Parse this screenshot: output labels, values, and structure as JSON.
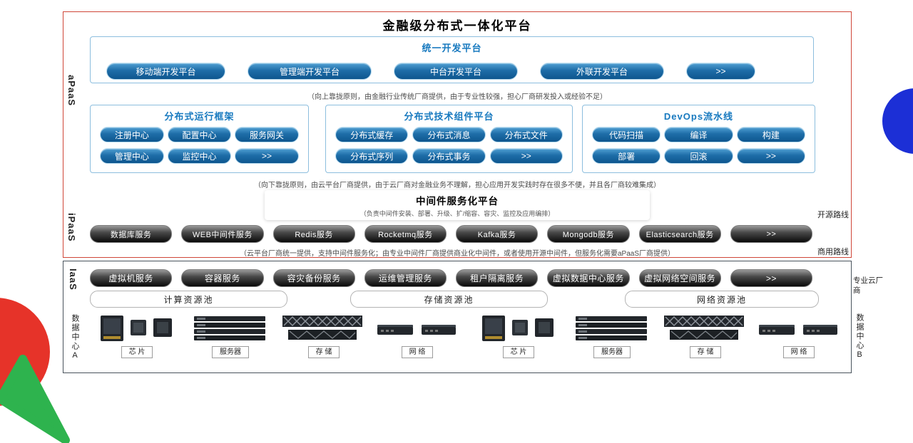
{
  "platform": {
    "title": "金融级分布式一体化平台"
  },
  "colors": {
    "accent_blue": "#1779bf",
    "pill_blue": "#0e568e",
    "pill_dark": "#0a0a0a",
    "border_red": "#cf4638",
    "border_light_blue": "#8cbede",
    "deco_blue": "#1c2fd6",
    "deco_red": "#e63329",
    "deco_green": "#2eb34e"
  },
  "apaas": {
    "label": "aPaaS",
    "unified": {
      "title": "统一开发平台",
      "buttons": [
        "移动端开发平台",
        "管理端开发平台",
        "中台开发平台",
        "外联开发平台",
        ">>"
      ]
    },
    "note_top": "（向上靠拢原则，由金融行业传统厂商提供，由于专业性较强，担心厂商研发投入或经验不足）",
    "boxes": [
      {
        "title": "分布式运行框架",
        "buttons": [
          "注册中心",
          "配置中心",
          "服务网关",
          "管理中心",
          "监控中心",
          ">>"
        ]
      },
      {
        "title": "分布式技术组件平台",
        "buttons": [
          "分布式缓存",
          "分布式消息",
          "分布式文件",
          "分布式序列",
          "分布式事务",
          ">>"
        ]
      },
      {
        "title": "DevOps流水线",
        "buttons": [
          "代码扫描",
          "编译",
          "构建",
          "部署",
          "回滚",
          ">>"
        ]
      }
    ],
    "note_bottom": "（向下靠拢原则，由云平台厂商提供，由于云厂商对金融业务不理解，担心应用开发实践时存在很多不便，并且各厂商较难集成）",
    "middleware": {
      "title": "中间件服务化平台",
      "subtitle": "（负责中间件安装、部署、升级、扩/缩容、容灾、监控及应用编排）"
    }
  },
  "ipaas": {
    "label": "iPaaS",
    "buttons": [
      "数据库服务",
      "WEB中间件服务",
      "Redis服务",
      "Rocketmq服务",
      "Kafka服务",
      "Mongodb服务",
      "Elasticsearch服务",
      ">>"
    ],
    "note": "（云平台厂商统一提供，支持中间件服务化；由专业中间件厂商提供商业化中间件，或者使用开源中间件，但服务化需要aPaaS厂商提供）",
    "route_open": "开源路线",
    "route_commercial": "商用路线"
  },
  "iaas": {
    "label": "IaaS",
    "buttons": [
      "虚拟机服务",
      "容器服务",
      "容灾备份服务",
      "运维管理服务",
      "租户隔离服务",
      "虚拟数据中心服务",
      "虚拟网络空间服务",
      ">>"
    ],
    "vendor_label": "专业云厂商",
    "pools": [
      "计算资源池",
      "存储资源池",
      "网络资源池"
    ],
    "datacenter_left": "数据中心A",
    "datacenter_right": "数据中心B",
    "hardware_labels": [
      "芯 片",
      "服务器",
      "存 储",
      "网 络"
    ]
  }
}
